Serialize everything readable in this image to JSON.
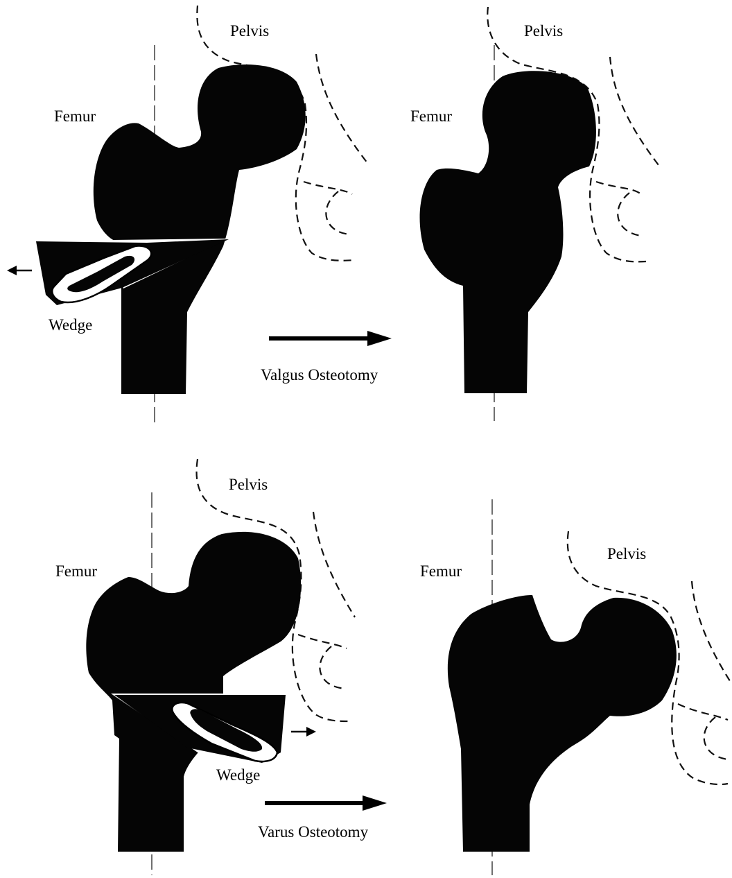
{
  "colors": {
    "bone": "#050505",
    "background": "#ffffff",
    "outline": "#111111"
  },
  "panels": {
    "valgus_before": {
      "pelvis_label": "Pelvis",
      "femur_label": "Femur",
      "wedge_label": "Wedge"
    },
    "valgus_after": {
      "pelvis_label": "Pelvis",
      "femur_label": "Femur"
    },
    "valgus_arrow": {
      "caption": "Valgus Osteotomy"
    },
    "varus_before": {
      "pelvis_label": "Pelvis",
      "femur_label": "Femur",
      "wedge_label": "Wedge"
    },
    "varus_after": {
      "pelvis_label": "Pelvis",
      "femur_label": "Femur"
    },
    "varus_arrow": {
      "caption": "Varus Osteotomy"
    }
  }
}
